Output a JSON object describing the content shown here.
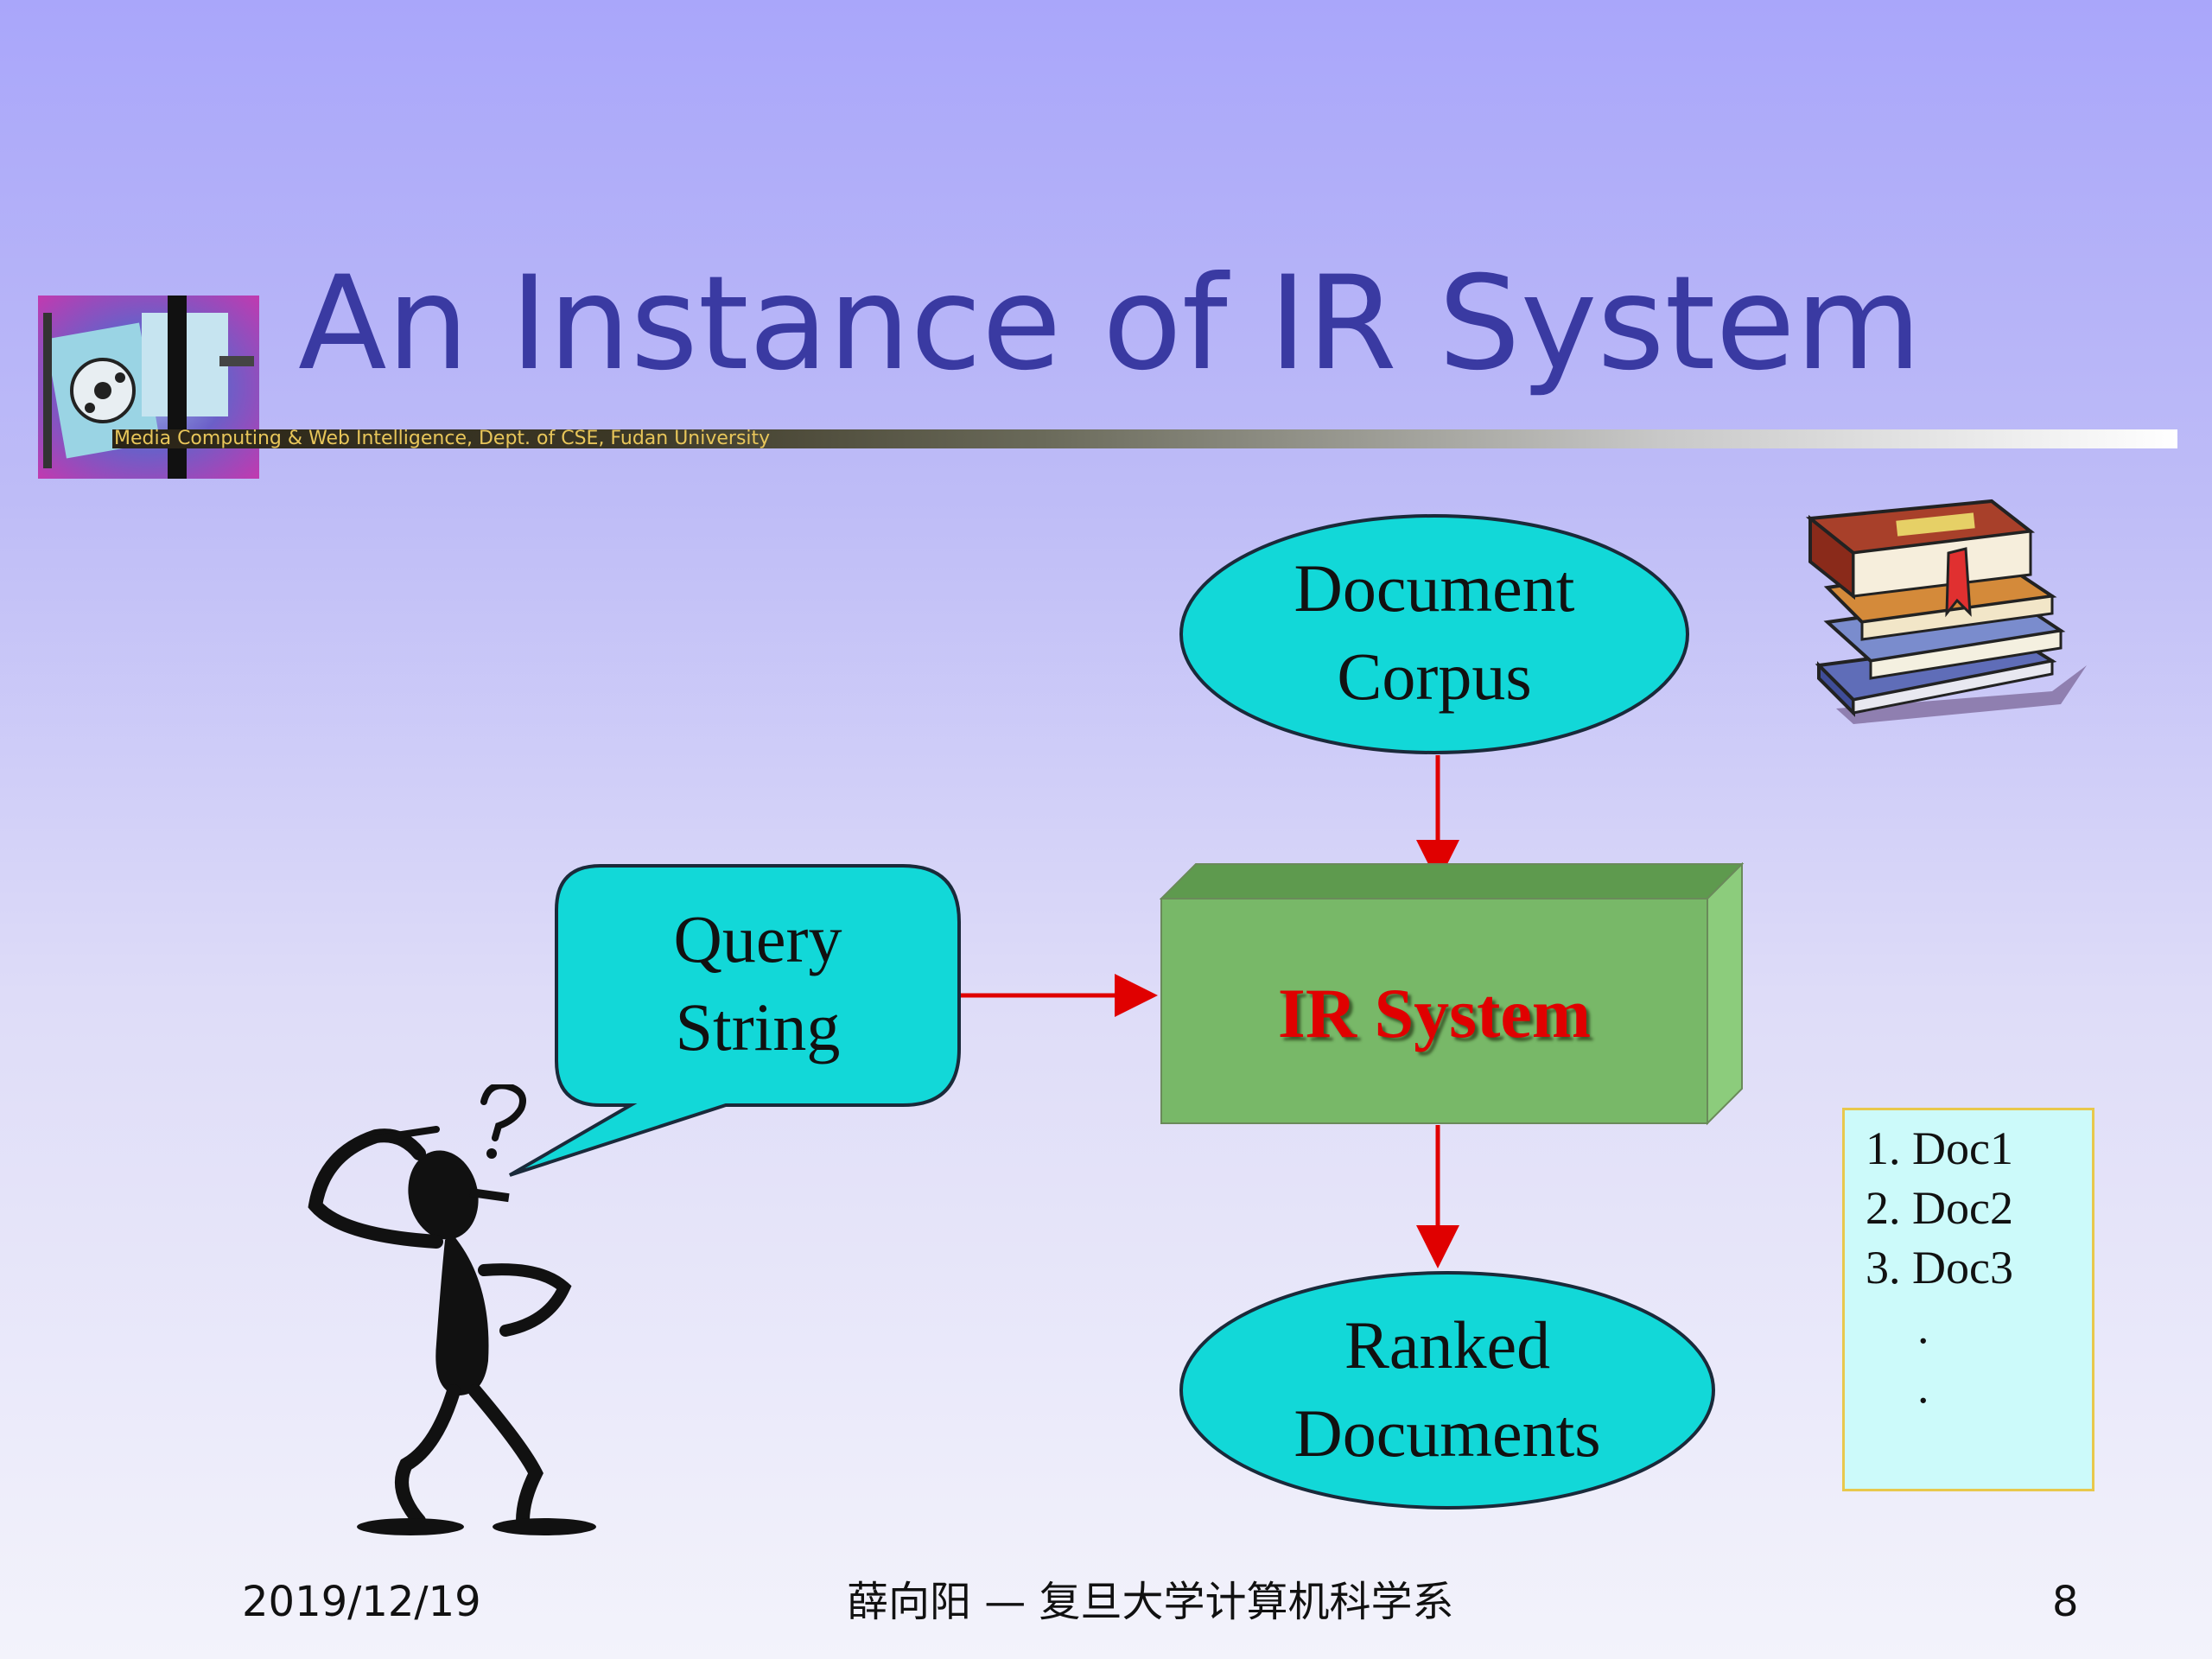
{
  "slide": {
    "title": "An Instance of IR System",
    "caption": "Media Computing & Web Intelligence, Dept. of CSE, Fudan University",
    "page_number": "8"
  },
  "diagram": {
    "corpus_line1": "Document",
    "corpus_line2": "Corpus",
    "query_line1": "Query",
    "query_line2": "String",
    "system_label": "IR  System",
    "ranked_line1": "Ranked",
    "ranked_line2": "Documents"
  },
  "result_list": {
    "items": [
      "1. Doc1",
      "2. Doc2",
      "3. Doc3",
      ".",
      "."
    ]
  },
  "footer": {
    "date": "2019/12/19",
    "author": "薛向阳 — 复旦大学计算机科学系"
  },
  "colors": {
    "title": "#3a3aa2",
    "ellipse_fill": "#12d8d8",
    "box_fill": "#78b868",
    "arrow": "#e00000",
    "system_text": "#e00000"
  },
  "icons": [
    "film-logo-icon",
    "books-icon",
    "thinking-person-icon"
  ]
}
